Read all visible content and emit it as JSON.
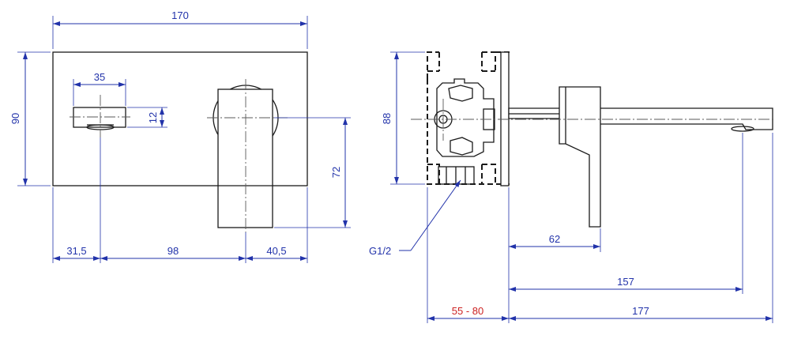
{
  "front_view": {
    "dim_width": "170",
    "dim_height": "90",
    "dim_handle_width": "35",
    "dim_handle_height": "12",
    "dim_lever_offset": "72",
    "dim_left": "31,5",
    "dim_middle": "98",
    "dim_right": "40,5"
  },
  "side_view": {
    "dim_body_height": "88",
    "thread_label": "G1/2",
    "dim_lever_depth": "62",
    "dim_spout_projection": "157",
    "dim_total": "177",
    "dim_install_depth": "55 - 80"
  },
  "colors": {
    "dimension": "#2233aa",
    "highlight": "#cc2222",
    "object": "#1a1a1a"
  }
}
